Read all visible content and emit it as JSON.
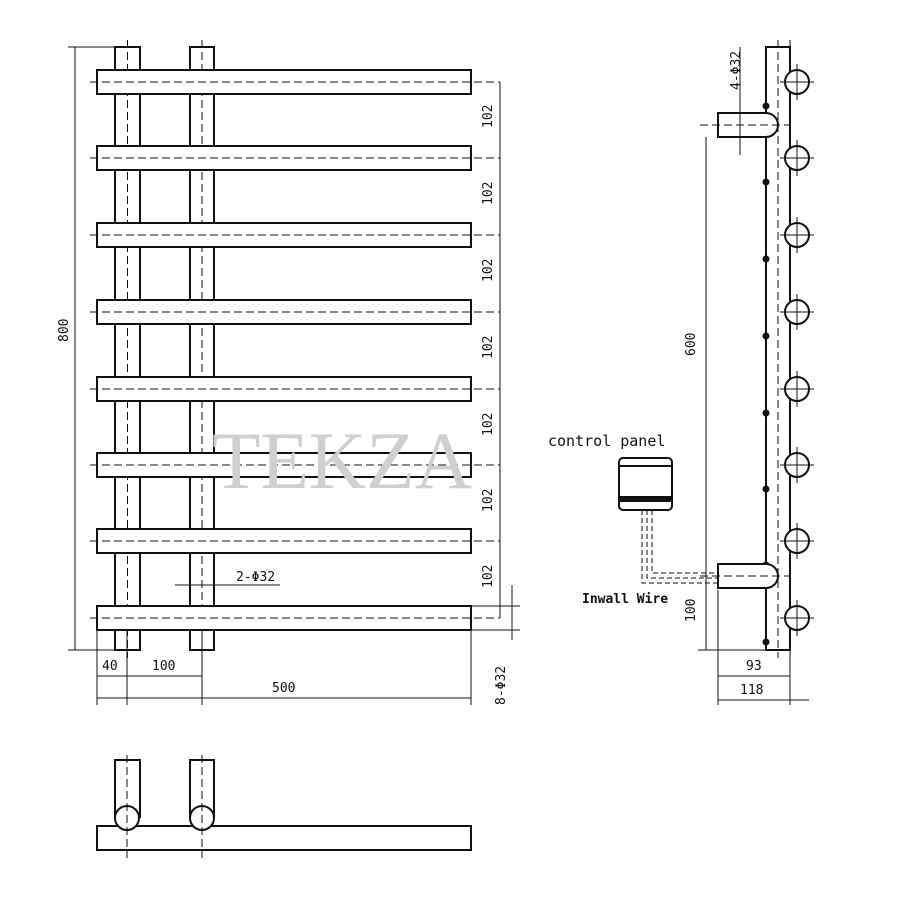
{
  "watermark": "TEKZA",
  "front_view": {
    "bar_spacing_labels": [
      "102",
      "102",
      "102",
      "102",
      "102",
      "102",
      "102"
    ],
    "height_label": "800",
    "offset_label": "40",
    "post_spacing_label": "100",
    "width_label": "500",
    "post_pipe_label": "2-Φ32",
    "bar_pipe_label": "8-Φ32"
  },
  "side_view": {
    "bracket_label": "4-Φ32",
    "mount_height_label": "600",
    "bottom_offset_label": "100",
    "depth_inner_label": "93",
    "depth_outer_label": "118",
    "control_panel_label": "control panel",
    "wire_label": "Inwall Wire"
  },
  "colors": {
    "line": "#111111",
    "watermark": "#cfcfcf"
  }
}
